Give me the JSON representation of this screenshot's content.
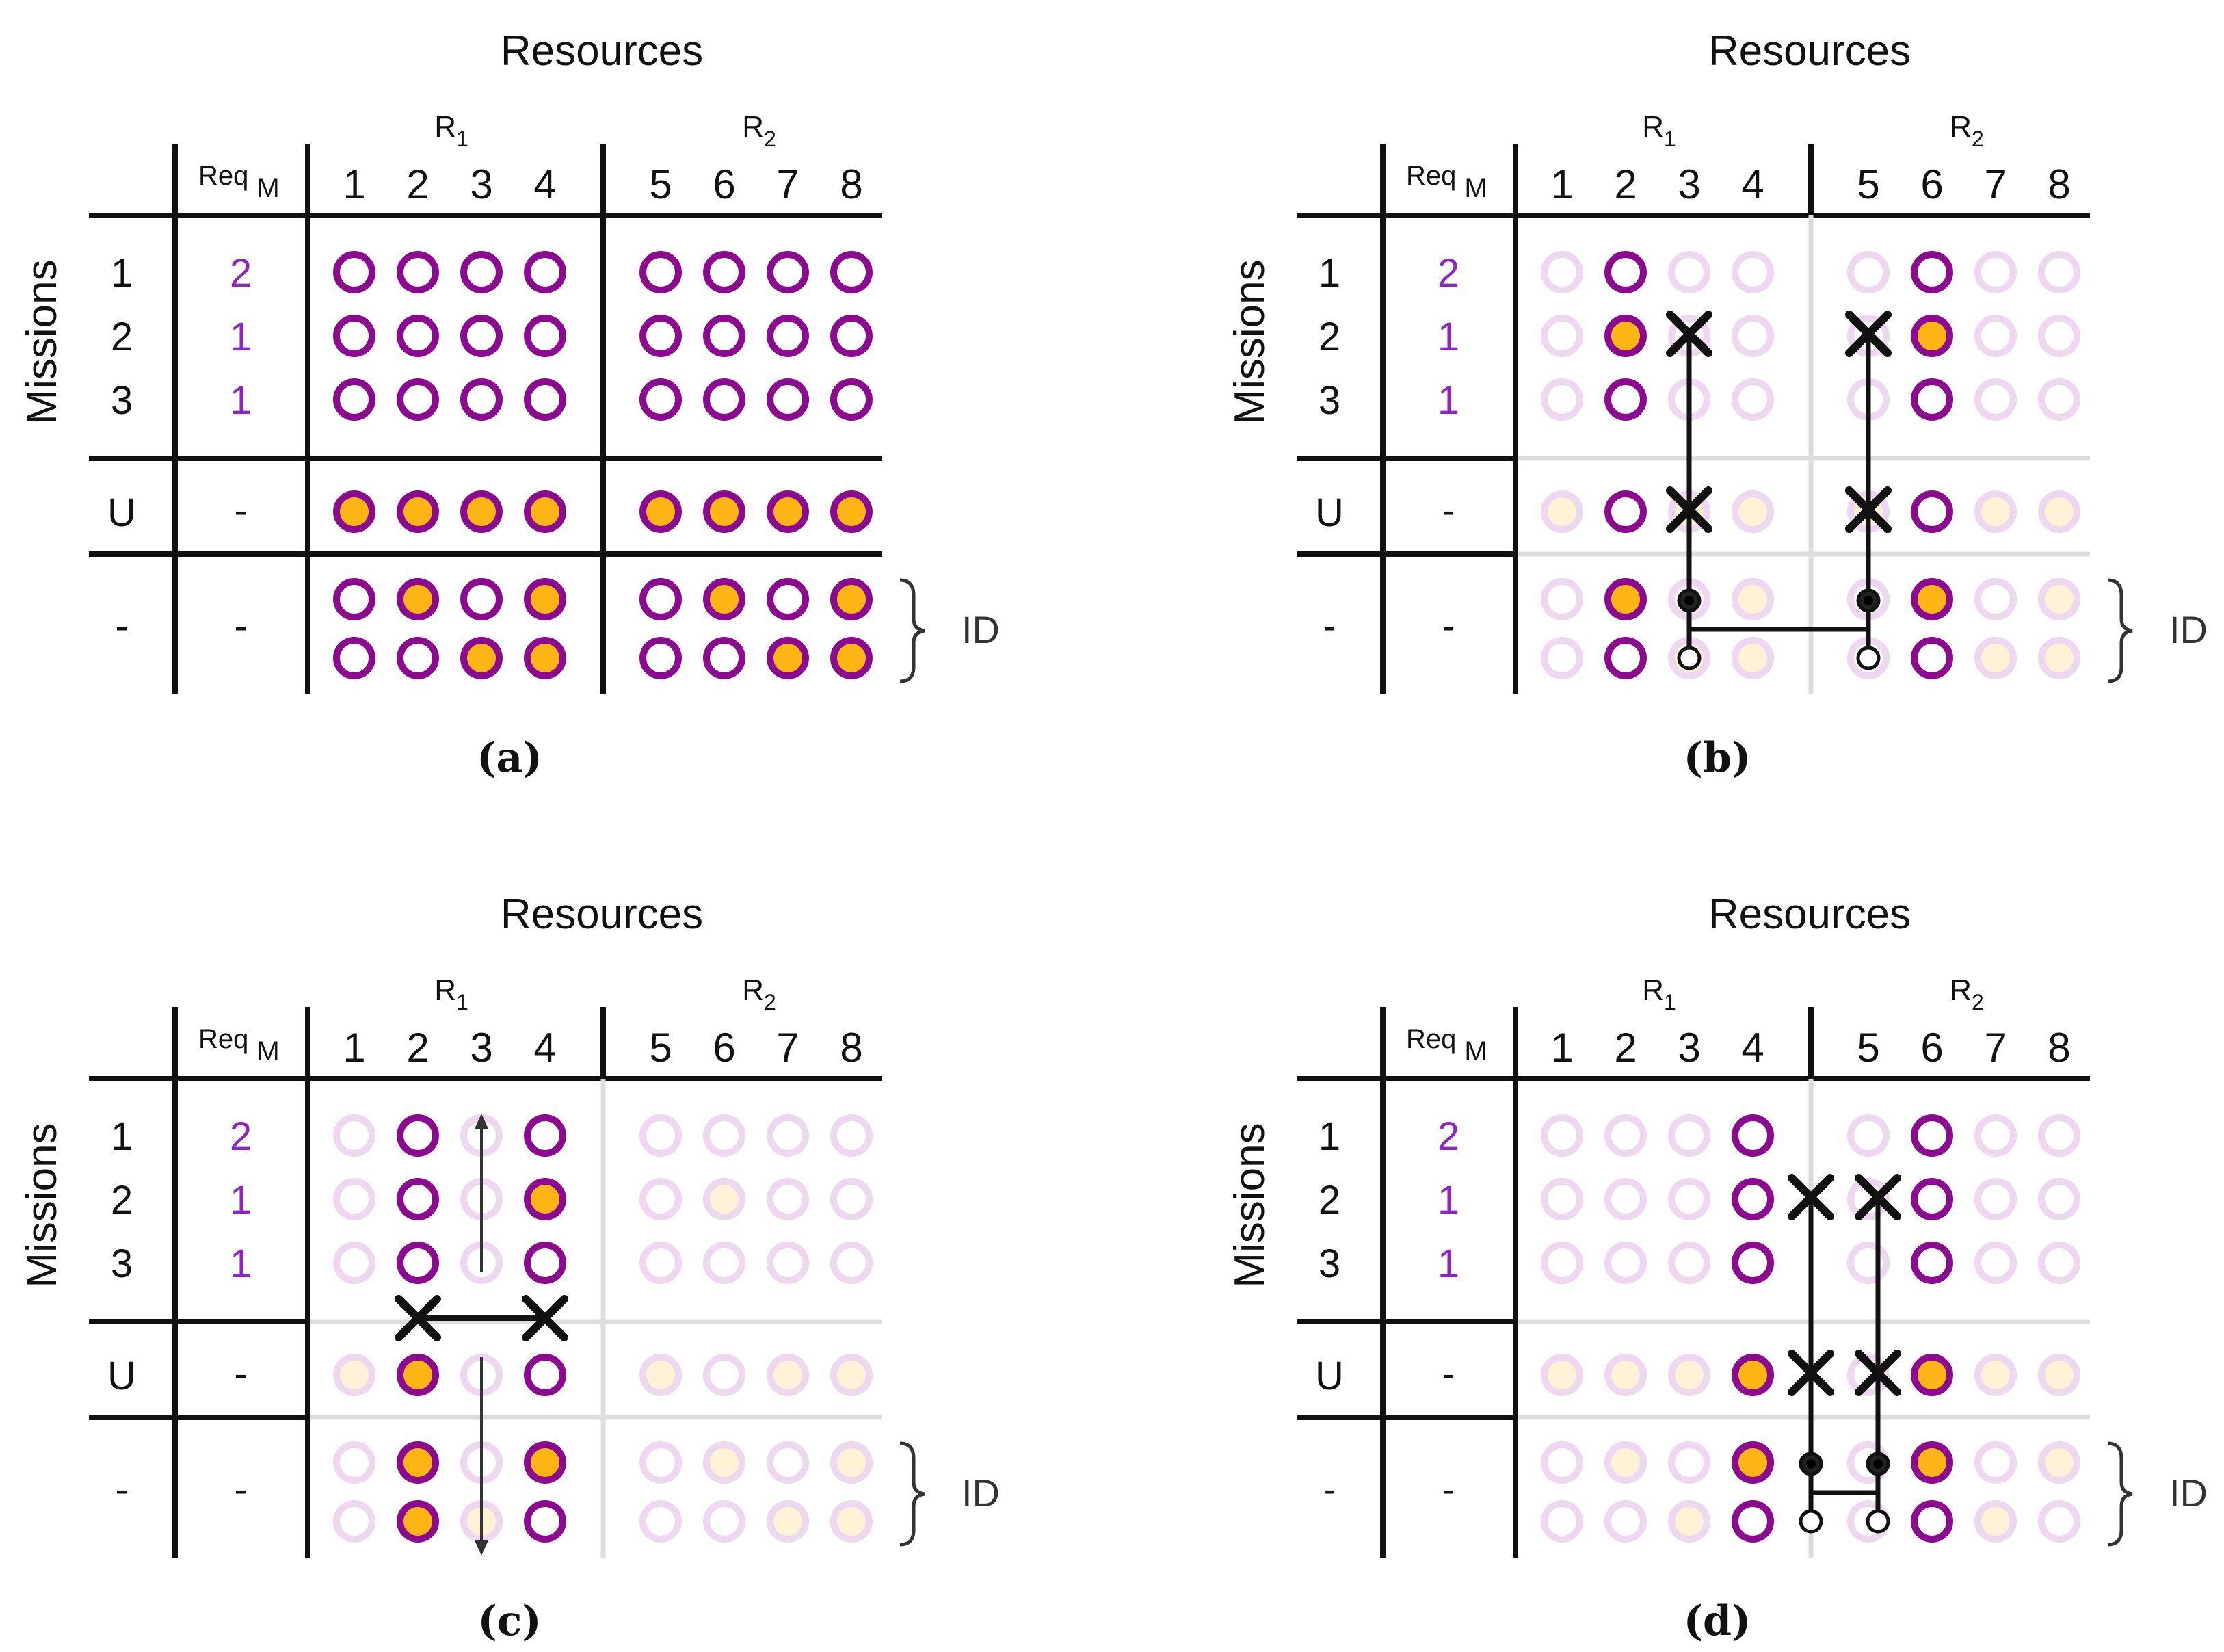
{
  "colors": {
    "purple": "#8B0A8F",
    "orange": "#FDB515",
    "purple_text": "#8E24C7",
    "faded_purple": "#EDD8EF",
    "faded_orange": "#FFF2D6",
    "grid_faded": "#DDDDDD",
    "black": "#111111"
  },
  "common": {
    "resources_title": "Resources",
    "r1_label": "R",
    "r1_sub": "1",
    "r2_label": "R",
    "r2_sub": "2",
    "req_label": "Req",
    "req_sub": "M",
    "missions_label": "Missions",
    "columns": [
      "1",
      "2",
      "3",
      "4",
      "5",
      "6",
      "7",
      "8"
    ],
    "mission_ids": [
      "1",
      "2",
      "3"
    ],
    "req_values": [
      "2",
      "1",
      "1"
    ],
    "u_label": "U",
    "dash": "-",
    "id_label": "ID"
  },
  "panels": [
    {
      "caption": "(a)",
      "caption_letter": "a",
      "highlight": "all",
      "missions": [
        [
          "e",
          "e",
          "e",
          "e",
          "e",
          "e",
          "e",
          "e"
        ],
        [
          "e",
          "e",
          "e",
          "e",
          "e",
          "e",
          "e",
          "e"
        ],
        [
          "e",
          "e",
          "e",
          "e",
          "e",
          "e",
          "e",
          "e"
        ]
      ],
      "u_row": [
        "f",
        "f",
        "f",
        "f",
        "f",
        "f",
        "f",
        "f"
      ],
      "id_rows": [
        [
          "e",
          "f",
          "e",
          "f",
          "e",
          "f",
          "e",
          "f"
        ],
        [
          "e",
          "e",
          "f",
          "f",
          "e",
          "e",
          "f",
          "f"
        ]
      ]
    },
    {
      "caption": "(b)",
      "caption_letter": "b",
      "highlight": [
        2,
        6
      ],
      "missions": [
        [
          "e",
          "e",
          "e",
          "e",
          "e",
          "e",
          "e",
          "e"
        ],
        [
          "e",
          "f",
          "e",
          "e",
          "e",
          "f",
          "e",
          "e"
        ],
        [
          "e",
          "e",
          "e",
          "e",
          "e",
          "e",
          "e",
          "e"
        ]
      ],
      "u_row": [
        "f",
        "e",
        "f",
        "f",
        "f",
        "e",
        "f",
        "f"
      ],
      "id_rows": [
        [
          "e",
          "f",
          "e",
          "f",
          "e",
          "f",
          "e",
          "f"
        ],
        [
          "e",
          "e",
          "f",
          "f",
          "e",
          "e",
          "f",
          "f"
        ]
      ]
    },
    {
      "caption": "(c)",
      "caption_letter": "c",
      "highlight": [
        2,
        4
      ],
      "missions": [
        [
          "e",
          "e",
          "e",
          "e",
          "e",
          "e",
          "e",
          "e"
        ],
        [
          "e",
          "e",
          "e",
          "f",
          "e",
          "f",
          "e",
          "e"
        ],
        [
          "e",
          "e",
          "e",
          "e",
          "e",
          "e",
          "e",
          "e"
        ]
      ],
      "u_row": [
        "f",
        "f",
        "e",
        "e",
        "f",
        "e",
        "f",
        "f"
      ],
      "id_rows": [
        [
          "e",
          "f",
          "e",
          "f",
          "e",
          "f",
          "e",
          "f"
        ],
        [
          "e",
          "f",
          "f",
          "e",
          "e",
          "e",
          "f",
          "f"
        ]
      ]
    },
    {
      "caption": "(d)",
      "caption_letter": "d",
      "highlight": [
        4,
        6
      ],
      "missions": [
        [
          "e",
          "e",
          "e",
          "e",
          "e",
          "e",
          "e",
          "e"
        ],
        [
          "e",
          "e",
          "e",
          "e",
          "e",
          "e",
          "e",
          "e"
        ],
        [
          "e",
          "e",
          "e",
          "e",
          "e",
          "e",
          "e",
          "e"
        ]
      ],
      "u_row": [
        "f",
        "f",
        "f",
        "f",
        "e",
        "f",
        "f",
        "f"
      ],
      "id_rows": [
        [
          "e",
          "f",
          "e",
          "f",
          "e",
          "f",
          "e",
          "f"
        ],
        [
          "e",
          "e",
          "f",
          "e",
          "e",
          "e",
          "f",
          "e"
        ]
      ]
    }
  ]
}
